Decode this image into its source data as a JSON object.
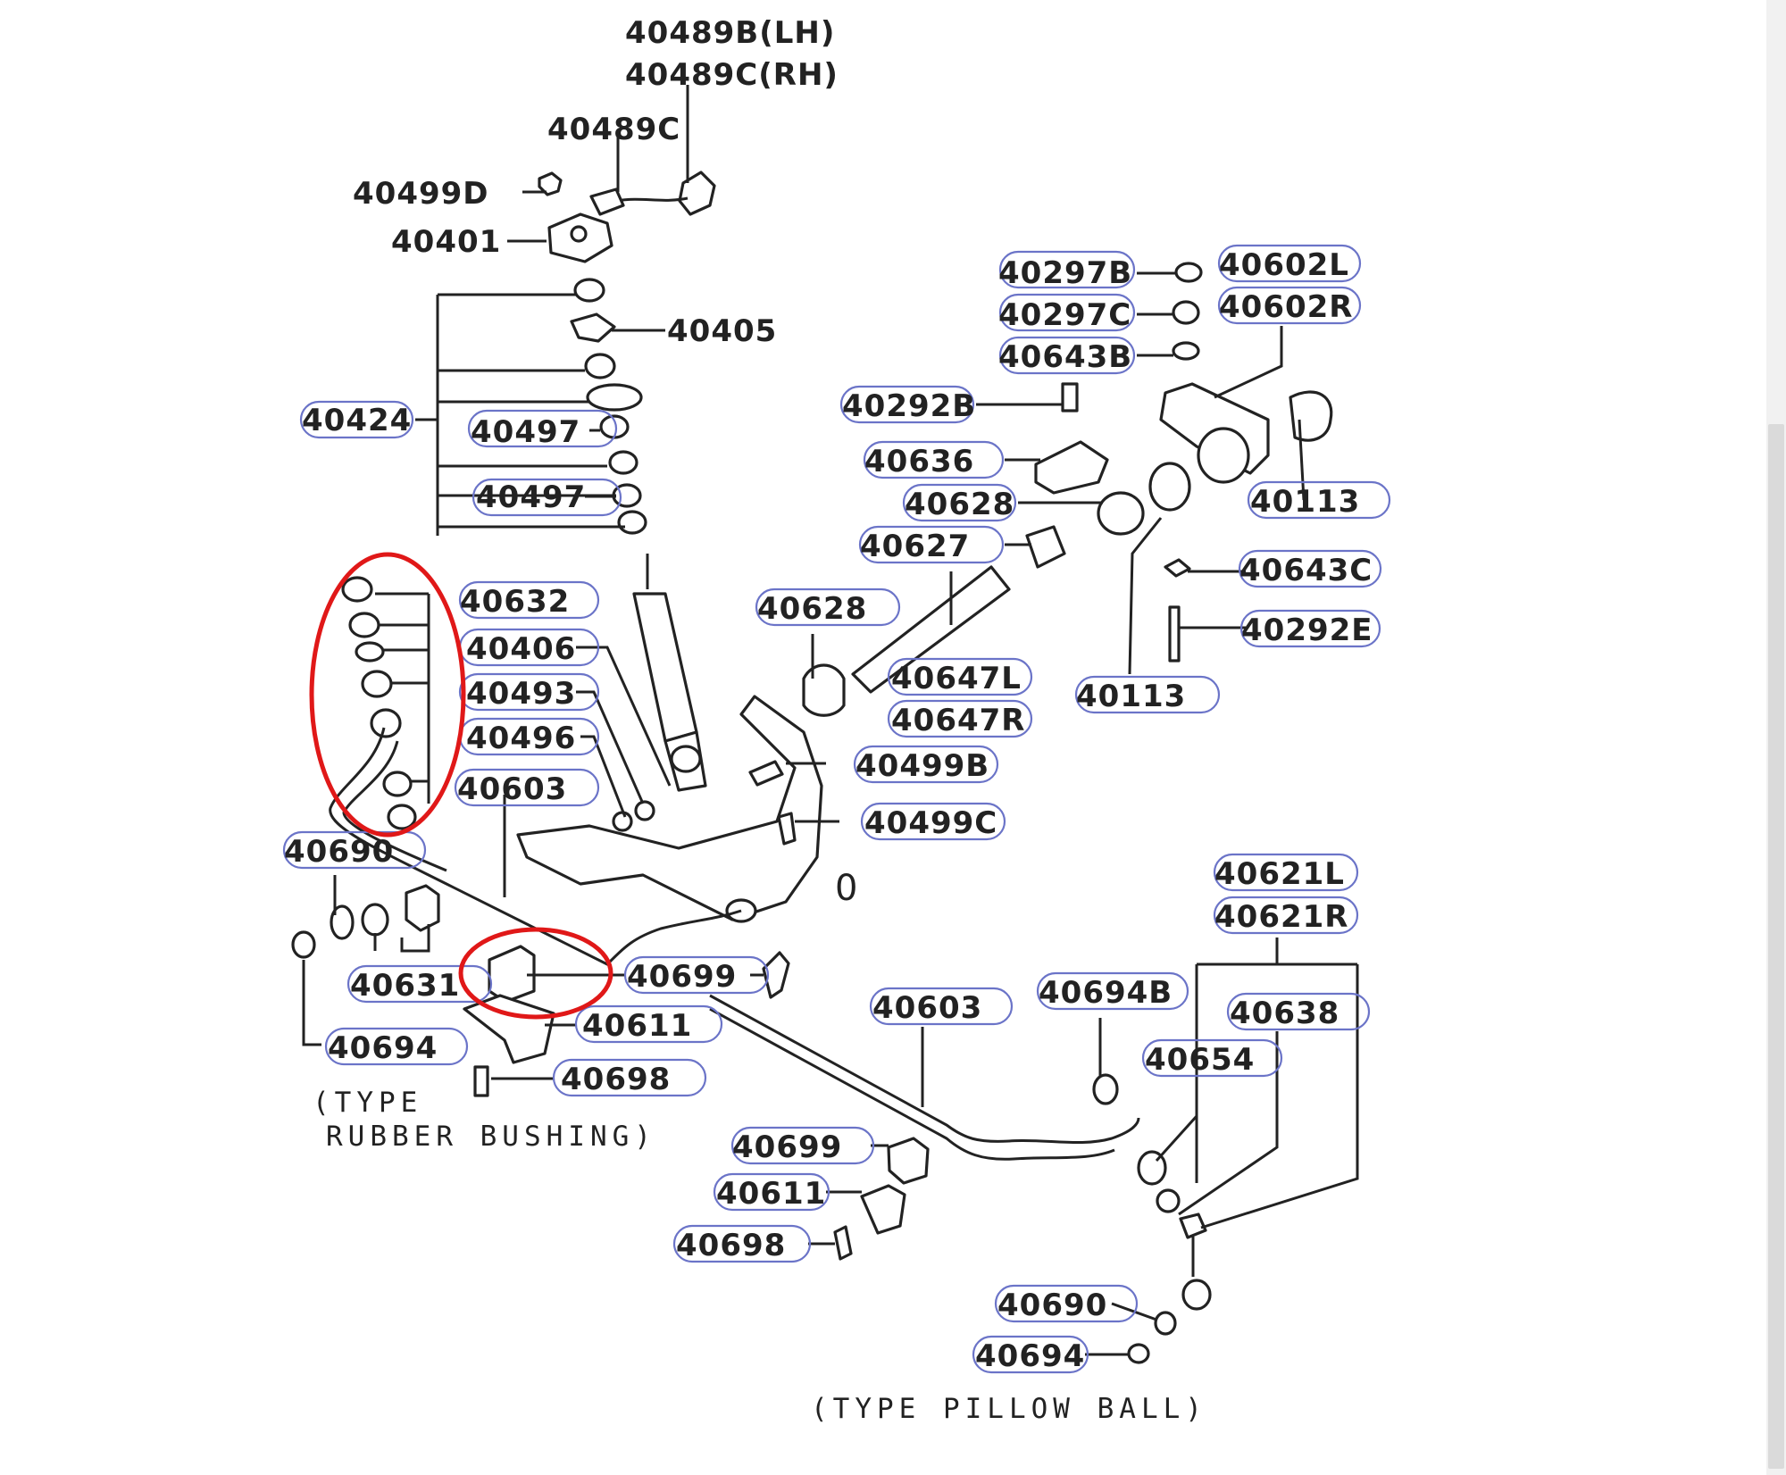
{
  "diagram": {
    "labels": {
      "p40489B": "40489B(LH)",
      "p40489C_RH": "40489C(RH)",
      "p40489C": "40489C",
      "p40499D": "40499D",
      "p40401": "40401",
      "p40405": "40405",
      "p40424": "40424",
      "p40497a": "40497",
      "p40497b": "40497",
      "p40297B": "40297B",
      "p40297C": "40297C",
      "p40643B": "40643B",
      "p40602L": "40602L",
      "p40602R": "40602R",
      "p40292B": "40292B",
      "p40636": "40636",
      "p40628a": "40628",
      "p40627": "40627",
      "p40113a": "40113",
      "p40643C": "40643C",
      "p40292E": "40292E",
      "p40113b": "40113",
      "p40628b": "40628",
      "p40647L": "40647L",
      "p40647R": "40647R",
      "p40632": "40632",
      "p40406": "40406",
      "p40493": "40493",
      "p40496": "40496",
      "p40603a": "40603",
      "p40499B": "40499B",
      "p40499C": "40499C",
      "p40690a": "40690",
      "p40631": "40631",
      "p40694a": "40694",
      "p40699a": "40699",
      "p40611a": "40611",
      "p40698a": "40698",
      "p40603b": "40603",
      "p40694B": "40694B",
      "p40621L": "40621L",
      "p40621R": "40621R",
      "p40638": "40638",
      "p40654": "40654",
      "p40699b": "40699",
      "p40611b": "40611",
      "p40698b": "40698",
      "p40690b": "40690",
      "p40694b": "40694"
    },
    "notes": {
      "rubber_line1": "(TYPE",
      "rubber_line2": "RUBBER BUSHING)",
      "pillow": "(TYPE PILLOW BALL)",
      "stray_mark": "0"
    },
    "colors": {
      "highlight": "#e01818",
      "label_outline": "#6b74c8",
      "line": "#222222"
    }
  }
}
